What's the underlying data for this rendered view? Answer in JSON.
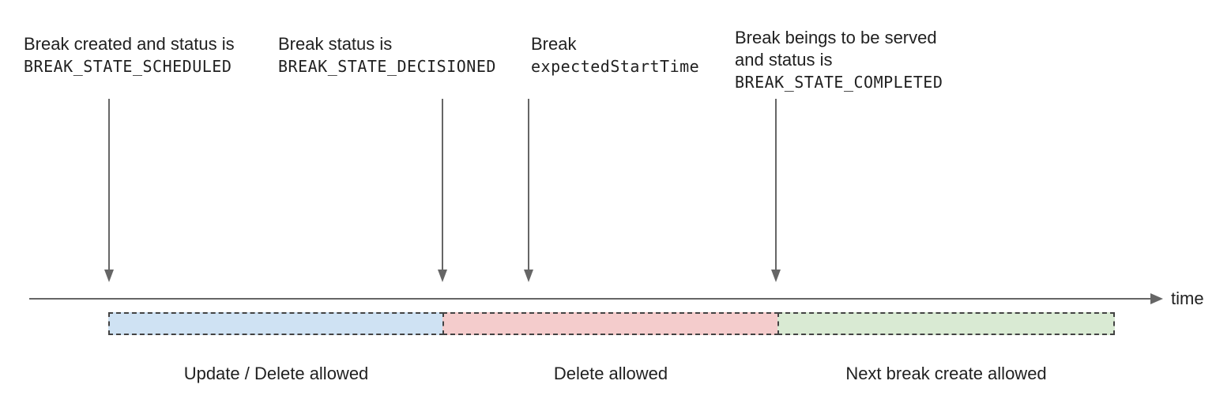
{
  "colors": {
    "text": "#212121",
    "arrow": "#666666",
    "segment_border": "#434343"
  },
  "annotations": [
    {
      "line1": "Break created and status is",
      "code": "BREAK_STATE_SCHEDULED"
    },
    {
      "line1": "Break status is",
      "code": "BREAK_STATE_DECISIONED"
    },
    {
      "line1": "Break",
      "code": "expectedStartTime"
    },
    {
      "line1": "Break beings to be served",
      "line2": "and status is",
      "code": "BREAK_STATE_COMPLETED"
    }
  ],
  "timeline": {
    "axis_label": "time"
  },
  "segments": [
    {
      "label": "Update / Delete allowed",
      "color": "#cfe2f3"
    },
    {
      "label": "Delete allowed",
      "color": "#f4cccc"
    },
    {
      "label": "Next break create allowed",
      "color": "#d9ead3"
    }
  ]
}
